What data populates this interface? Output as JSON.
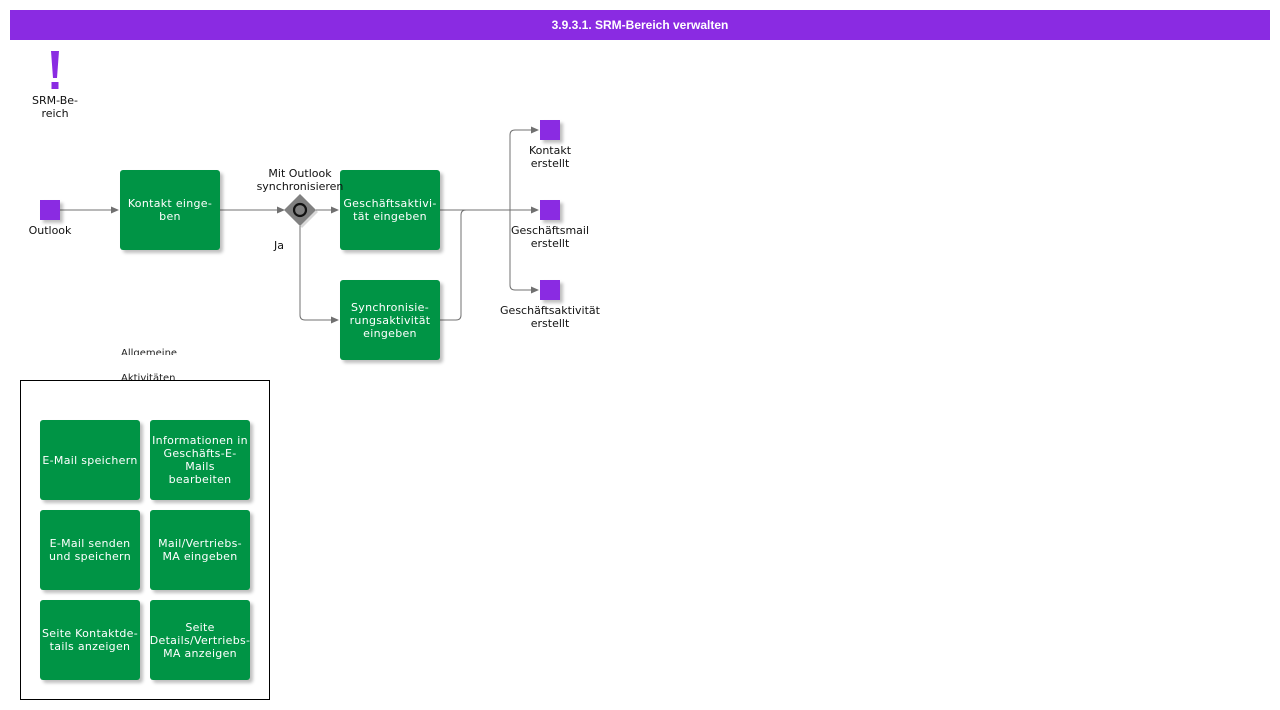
{
  "header": {
    "title": "3.9.3.1. SRM-Bereich verwalten"
  },
  "colors": {
    "header": "#8a2be2",
    "task": "#009445",
    "event": "#8a2be2",
    "gateway": "#7f7f7f"
  },
  "icons": {
    "exclamation": "exclamation-icon"
  },
  "srm_label": "SRM-Be-\nreich",
  "start": {
    "label": "Outlook"
  },
  "tasks": {
    "kontakt": "Kontakt einge-\nben",
    "geschaeft": "Geschäftsaktivi-\ntät eingeben",
    "sync": "Synchronisie-\nrungsaktivität\neingeben"
  },
  "gateway": {
    "label": "Mit Outlook\nsynchronisieren",
    "yes": "Ja"
  },
  "ends": [
    {
      "label": "Kontakt\nerstellt"
    },
    {
      "label": "Geschäftsmail\nerstellt"
    },
    {
      "label": "Geschäftsaktivität\nerstellt"
    }
  ],
  "group": {
    "label_1": "Allgemeine",
    "label_2": "Aktivitäten",
    "items": [
      "E-Mail speichern",
      "Informationen in\nGeschäfts-E-\nMails bearbeiten",
      "E-Mail senden\nund speichern",
      "Mail/Vertriebs-\nMA eingeben",
      "Seite Kontaktde-\ntails anzeigen",
      "Seite\nDetails/Vertriebs-\nMA anzeigen"
    ]
  }
}
